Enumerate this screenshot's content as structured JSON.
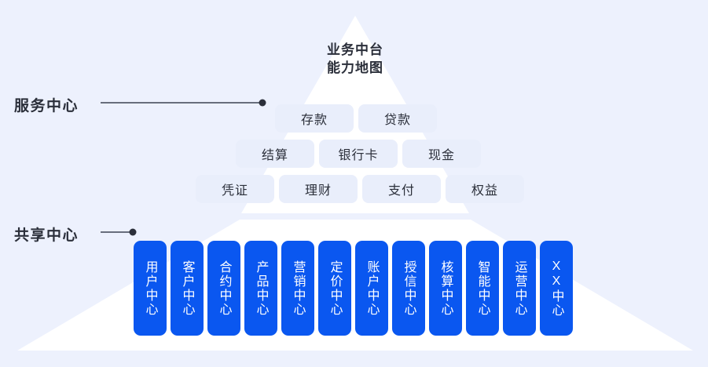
{
  "title": "业务中台\n能力地图",
  "colors": {
    "background": "#edf1fd",
    "pyramid_fill": "#ffffff",
    "pill_fill": "#e9eefb",
    "center_box": "#0a57f0",
    "text_dark": "#2b2f3a",
    "connector": "#3c4251"
  },
  "side_labels": {
    "service": "服务中心",
    "shared": "共享中心"
  },
  "service_center": {
    "rows": [
      {
        "items": [
          "存款",
          "贷款"
        ]
      },
      {
        "items": [
          "结算",
          "银行卡",
          "现金"
        ]
      },
      {
        "items": [
          "凭证",
          "理财",
          "支付",
          "权益"
        ]
      }
    ]
  },
  "shared_center": {
    "items": [
      "用户中心",
      "客户中心",
      "合约中心",
      "产品中心",
      "营销中心",
      "定价中心",
      "账户中心",
      "授信中心",
      "核算中心",
      "智能中心",
      "运营中心",
      "XX中心"
    ]
  }
}
